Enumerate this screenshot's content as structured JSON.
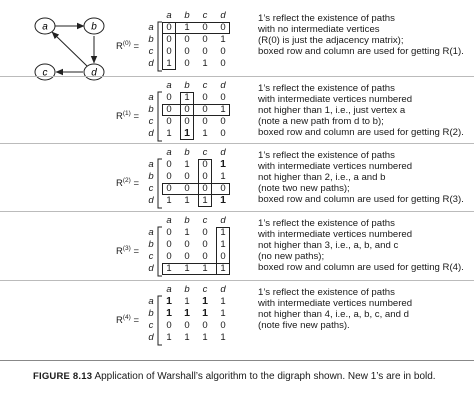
{
  "digraph": {
    "vertices": [
      "a",
      "b",
      "c",
      "d"
    ],
    "edges": [
      [
        "a",
        "b"
      ],
      [
        "b",
        "d"
      ],
      [
        "d",
        "a"
      ],
      [
        "d",
        "c"
      ]
    ]
  },
  "columns": [
    "a",
    "b",
    "c",
    "d"
  ],
  "rows": [
    "a",
    "b",
    "c",
    "d"
  ],
  "matrices": [
    {
      "label_pre": "R",
      "label_sup": "(0)",
      "label_post": " =",
      "values": [
        [
          "0",
          "1",
          "0",
          "0"
        ],
        [
          "0",
          "0",
          "0",
          "1"
        ],
        [
          "0",
          "0",
          "0",
          "0"
        ],
        [
          "1",
          "0",
          "1",
          "0"
        ]
      ],
      "bold": [],
      "box_row": 0,
      "box_col": 0,
      "desc": [
        "1’s reflect the existence of paths",
        "with no intermediate vertices",
        "(R(0) is just the adjacency matrix);",
        "boxed row and column are used for getting R(1)."
      ]
    },
    {
      "label_pre": "R",
      "label_sup": "(1)",
      "label_post": " =",
      "values": [
        [
          "0",
          "1",
          "0",
          "0"
        ],
        [
          "0",
          "0",
          "0",
          "1"
        ],
        [
          "0",
          "0",
          "0",
          "0"
        ],
        [
          "1",
          "1",
          "1",
          "0"
        ]
      ],
      "bold": [
        [
          3,
          1
        ]
      ],
      "box_row": 1,
      "box_col": 1,
      "desc": [
        "1’s reflect the existence of paths",
        "with intermediate vertices numbered",
        "not higher than 1, i.e., just vertex a",
        "(note a new path from d to b);",
        "boxed row and column are used for getting R(2)."
      ]
    },
    {
      "label_pre": "R",
      "label_sup": "(2)",
      "label_post": " =",
      "values": [
        [
          "0",
          "1",
          "0",
          "1"
        ],
        [
          "0",
          "0",
          "0",
          "1"
        ],
        [
          "0",
          "0",
          "0",
          "0"
        ],
        [
          "1",
          "1",
          "1",
          "1"
        ]
      ],
      "bold": [
        [
          0,
          3
        ],
        [
          3,
          3
        ]
      ],
      "box_row": 2,
      "box_col": 2,
      "desc": [
        "1’s reflect the existence of paths",
        "with intermediate vertices numbered",
        "not higher than 2, i.e., a and b",
        "(note two new paths);",
        "boxed row and column are used for getting R(3)."
      ]
    },
    {
      "label_pre": "R",
      "label_sup": "(3)",
      "label_post": " =",
      "values": [
        [
          "0",
          "1",
          "0",
          "1"
        ],
        [
          "0",
          "0",
          "0",
          "1"
        ],
        [
          "0",
          "0",
          "0",
          "0"
        ],
        [
          "1",
          "1",
          "1",
          "1"
        ]
      ],
      "bold": [],
      "box_row": 3,
      "box_col": 3,
      "desc": [
        "1’s reflect the existence of paths",
        "with intermediate vertices numbered",
        "not higher than 3, i.e., a, b, and c",
        "(no new paths);",
        "boxed row and column are used for getting R(4)."
      ]
    },
    {
      "label_pre": "R",
      "label_sup": "(4)",
      "label_post": " =",
      "values": [
        [
          "1",
          "1",
          "1",
          "1"
        ],
        [
          "1",
          "1",
          "1",
          "1"
        ],
        [
          "0",
          "0",
          "0",
          "0"
        ],
        [
          "1",
          "1",
          "1",
          "1"
        ]
      ],
      "bold": [
        [
          0,
          0
        ],
        [
          0,
          2
        ],
        [
          1,
          0
        ],
        [
          1,
          1
        ],
        [
          1,
          2
        ]
      ],
      "box_row": null,
      "box_col": null,
      "desc": [
        "1’s reflect the existence of paths",
        "with intermediate vertices numbered",
        "not higher than 4, i.e., a, b, c, and d",
        "(note five new paths)."
      ]
    }
  ],
  "caption": {
    "figure": "FIGURE 8.13",
    "text": "Application of Warshall’s algorithm to the digraph shown. New 1’s are in bold."
  }
}
